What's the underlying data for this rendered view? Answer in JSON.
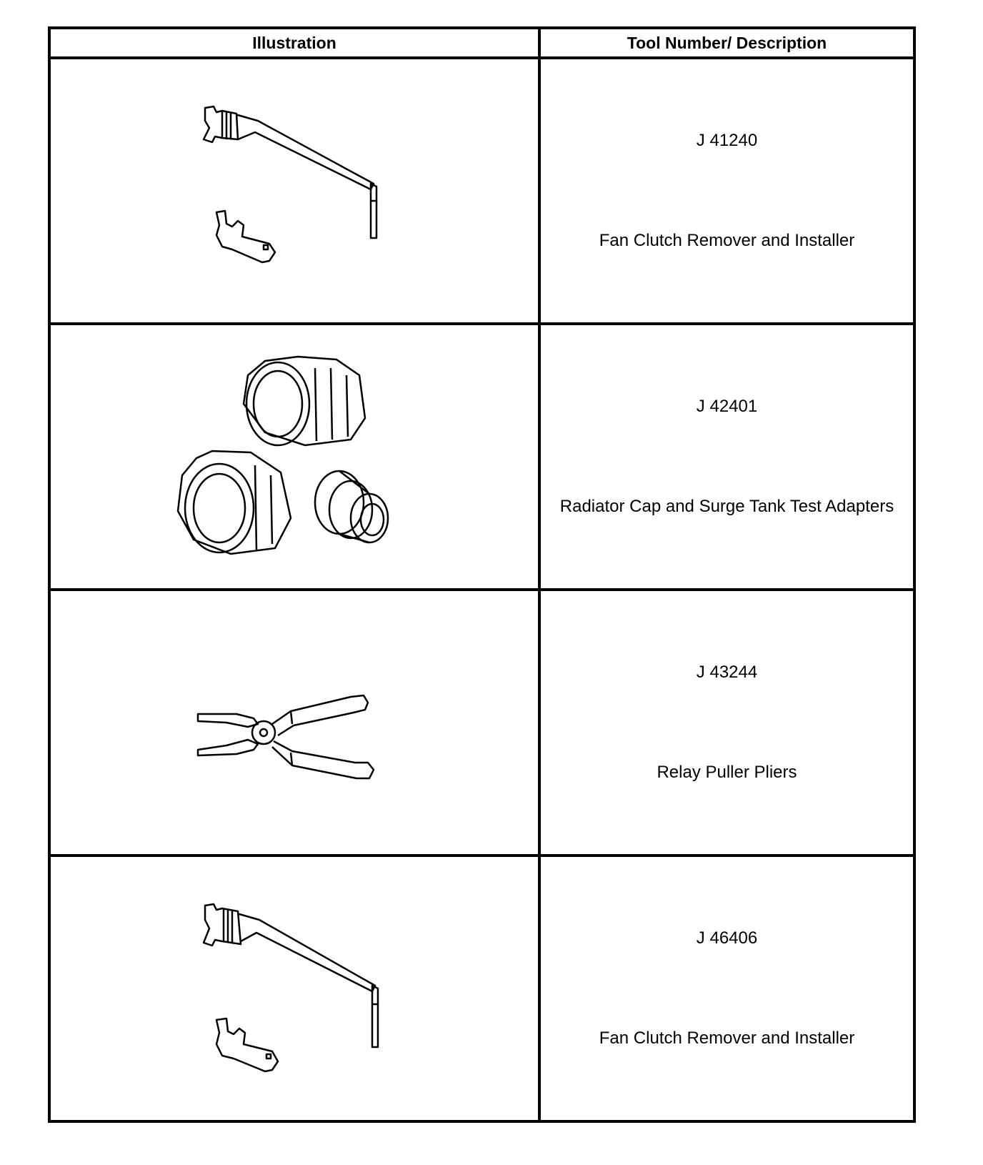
{
  "table": {
    "headers": {
      "illustration": "Illustration",
      "tool": "Tool Number/ Description"
    },
    "rows": [
      {
        "tool_number": "J 41240",
        "description": "Fan Clutch Remover and Installer",
        "illustration_icon": "fan-clutch-wrench-icon"
      },
      {
        "tool_number": "J 42401",
        "description": "Radiator Cap and Surge Tank Test Adapters",
        "illustration_icon": "test-adapters-icon"
      },
      {
        "tool_number": "J 43244",
        "description": "Relay Puller Pliers",
        "illustration_icon": "pliers-icon"
      },
      {
        "tool_number": "J 46406",
        "description": "Fan Clutch Remover and Installer",
        "illustration_icon": "fan-clutch-wrench-icon"
      }
    ]
  }
}
